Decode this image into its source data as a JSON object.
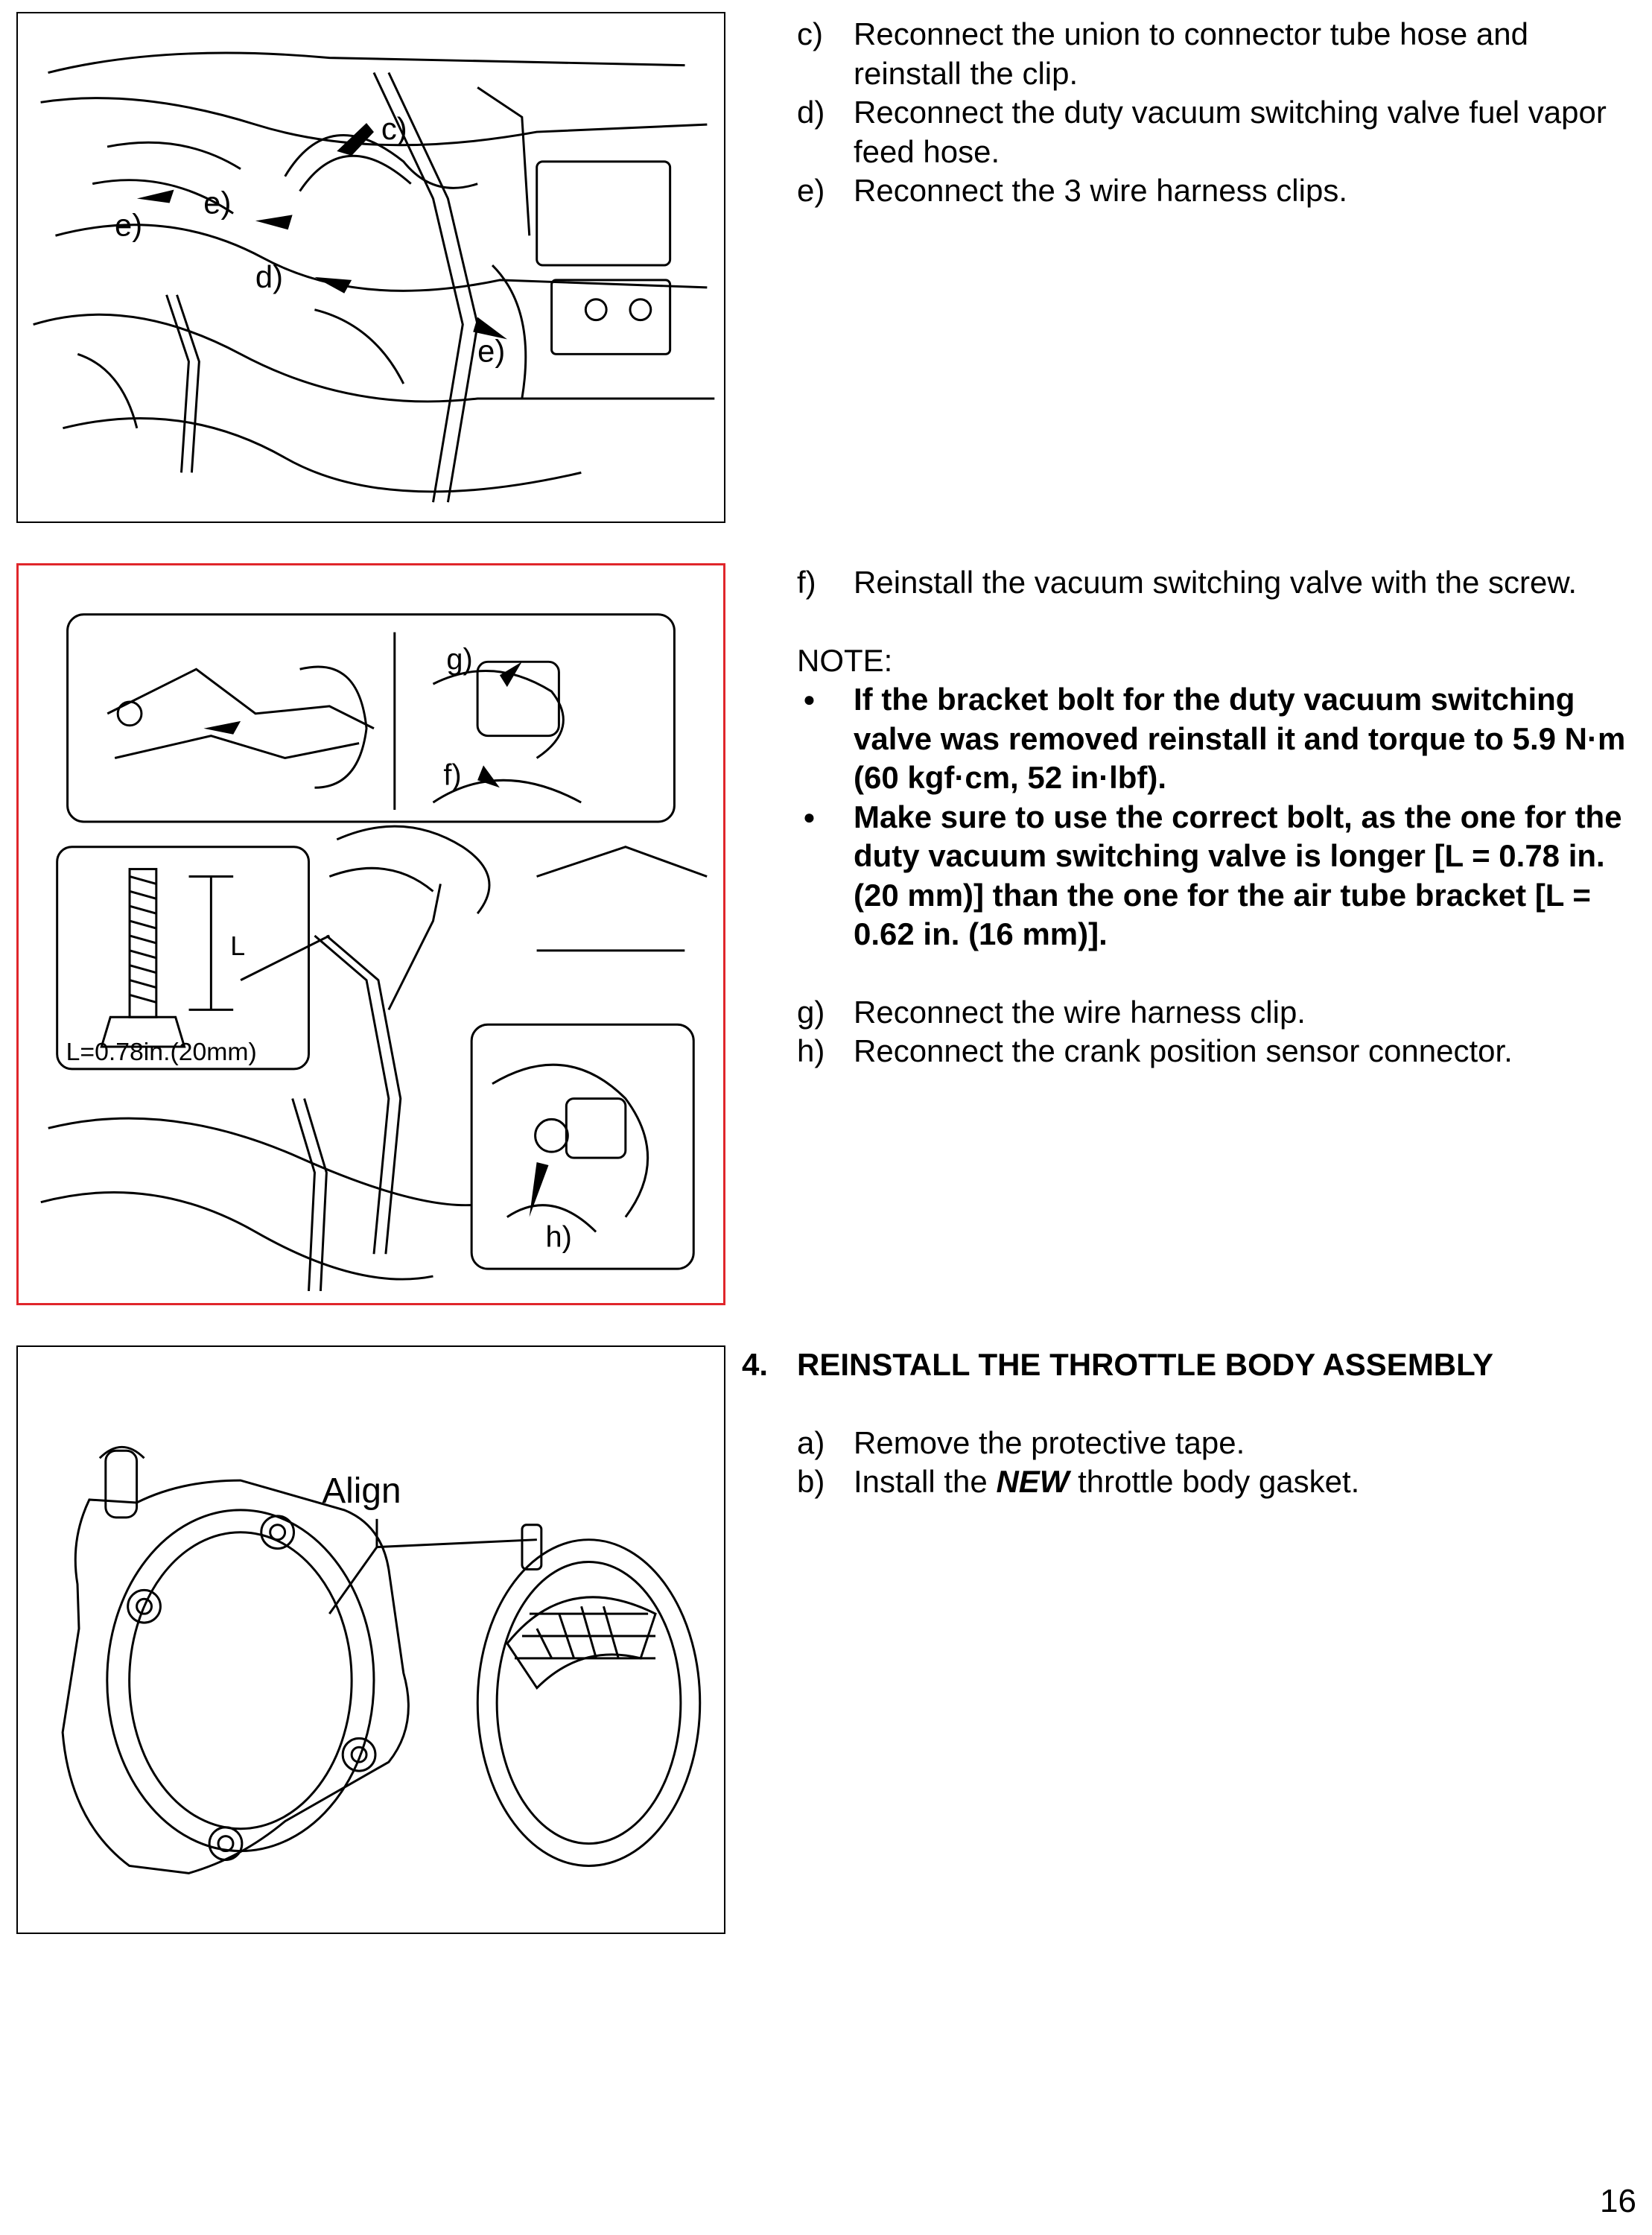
{
  "step3_continued": {
    "c": {
      "label": "c)",
      "text": "Reconnect the union to connector tube hose and reinstall the clip."
    },
    "d": {
      "label": "d)",
      "text": "Reconnect the duty vacuum switching valve fuel vapor feed hose."
    },
    "e": {
      "label": "e)",
      "text": "Reconnect the 3 wire harness clips."
    },
    "f": {
      "label": "f)",
      "text": "Reinstall the vacuum switching valve with the screw."
    },
    "note_heading": "NOTE:",
    "notes": [
      "If the bracket bolt for the duty vacuum switching valve was removed reinstall it and torque to 5.9 N·m (60 kgf·cm, 52 in·lbf).",
      "Make sure to use the correct bolt, as the one for the duty vacuum switching valve is longer [L = 0.78 in. (20 mm)] than the one for the air tube bracket [L = 0.62 in. (16 mm)]."
    ],
    "g": {
      "label": "g)",
      "text": "Reconnect the wire harness clip."
    },
    "h": {
      "label": "h)",
      "text": "Reconnect the crank position sensor connector."
    }
  },
  "step4": {
    "number": "4.",
    "heading": "REINSTALL THE THROTTLE BODY ASSEMBLY",
    "a": {
      "label": "a)",
      "text": "Remove the protective tape."
    },
    "b": {
      "label": "b)",
      "pre": "Install the ",
      "emph": "NEW",
      "post": " throttle body gasket."
    }
  },
  "figures": {
    "fig1_callouts": [
      "c)",
      "e)",
      "e)",
      "d)",
      "e)"
    ],
    "fig2_callouts": {
      "g": "g)",
      "f": "f)",
      "h": "h)",
      "L": "L",
      "bolt_caption": "L=0.78in.(20mm)"
    },
    "fig3_callout": "Align",
    "frame_accent": "#e0262b"
  },
  "page_number": "16"
}
